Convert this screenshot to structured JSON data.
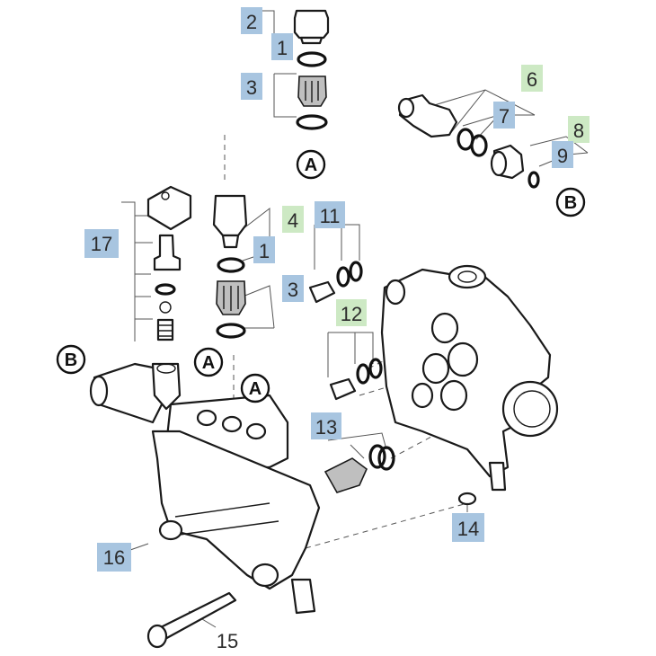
{
  "colors": {
    "label_blue": "#a8c5e0",
    "label_green": "#cde9c4",
    "label_none": "none"
  },
  "callouts": [
    {
      "text": "2",
      "style": "blue"
    },
    {
      "text": "1",
      "style": "blue"
    },
    {
      "text": "3",
      "style": "blue"
    },
    {
      "text": "6",
      "style": "green"
    },
    {
      "text": "7",
      "style": "blue"
    },
    {
      "text": "8",
      "style": "green"
    },
    {
      "text": "9",
      "style": "blue"
    },
    {
      "text": "4",
      "style": "green"
    },
    {
      "text": "1",
      "style": "blue"
    },
    {
      "text": "11",
      "style": "blue"
    },
    {
      "text": "3",
      "style": "blue"
    },
    {
      "text": "17",
      "style": "blue"
    },
    {
      "text": "12",
      "style": "green"
    },
    {
      "text": "13",
      "style": "blue"
    },
    {
      "text": "14",
      "style": "blue"
    },
    {
      "text": "16",
      "style": "blue"
    },
    {
      "text": "15",
      "style": "none"
    }
  ],
  "refs": [
    "A",
    "B",
    "B",
    "A",
    "A"
  ]
}
